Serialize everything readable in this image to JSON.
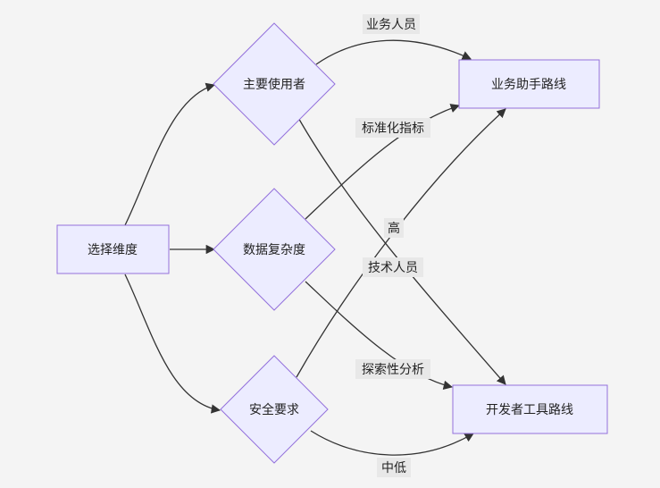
{
  "colors": {
    "background": "#f4f4f4",
    "node_fill": "#ececff",
    "node_stroke": "#9370db",
    "edge": "#333333",
    "label_bg": "#e8e8e8"
  },
  "nodes": {
    "dimension": "选择维度",
    "main_user": "主要使用者",
    "data_complexity": "数据复杂度",
    "security": "安全要求",
    "business_route": "业务助手路线",
    "developer_route": "开发者工具路线"
  },
  "edge_labels": {
    "business_people": "业务人员",
    "standard_metrics": "标准化指标",
    "high": "高",
    "technical_people": "技术人员",
    "exploratory_analysis": "探索性分析",
    "medium_low": "中低"
  }
}
